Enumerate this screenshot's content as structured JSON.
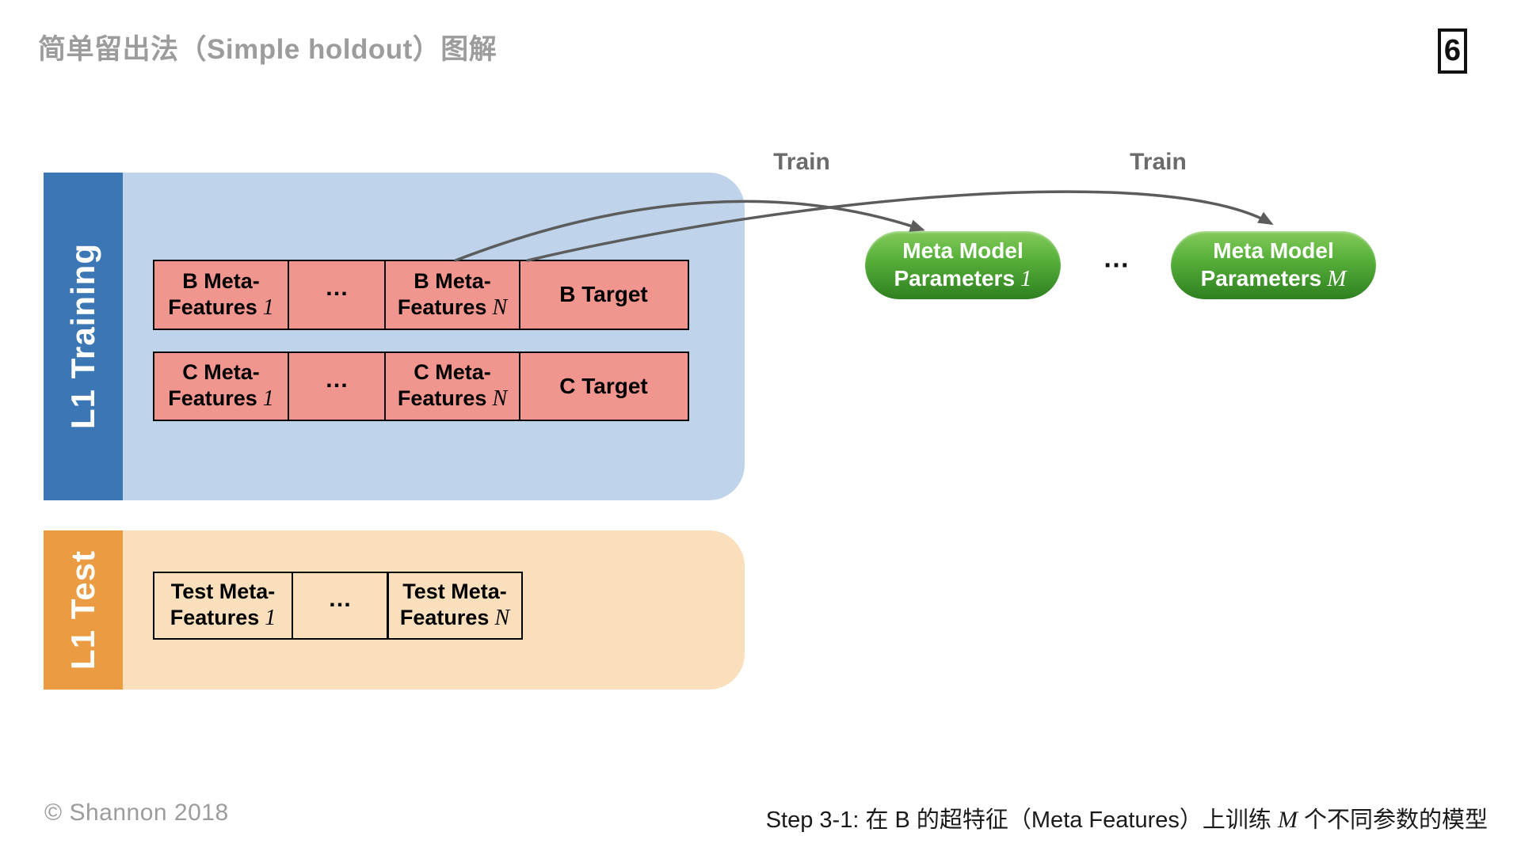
{
  "title": "简单留出法（Simple holdout）图解",
  "page_number": "6",
  "training": {
    "tab_label": "L1 Training",
    "rows": [
      {
        "f1a": "B Meta-",
        "f1b": "Features",
        "f1v": "1",
        "dots": "…",
        "f2a": "B Meta-",
        "f2b": "Features",
        "f2v": "N",
        "target": "B Target"
      },
      {
        "f1a": "C Meta-",
        "f1b": "Features",
        "f1v": "1",
        "dots": "…",
        "f2a": "C Meta-",
        "f2b": "Features",
        "f2v": "N",
        "target": "C Target"
      }
    ]
  },
  "test": {
    "tab_label": "L1 Test",
    "row": {
      "f1a": "Test Meta-",
      "f1b": "Features",
      "f1v": "1",
      "dots": "…",
      "f2a": "Test Meta-",
      "f2b": "Features",
      "f2v": "N"
    }
  },
  "arrows": {
    "label1": "Train",
    "label2": "Train"
  },
  "meta_models": {
    "m1_line1": "Meta Model",
    "m1_line2": "Parameters",
    "m1_var": "1",
    "dots": "…",
    "m2_line1": "Meta Model",
    "m2_line2": "Parameters",
    "m2_var": "M"
  },
  "footer": {
    "left": "© Shannon 2018",
    "right_prefix": "Step 3-1: 在 B 的超特征（Meta Features）上训练 ",
    "right_var": "M",
    "right_suffix": " 个不同参数的模型"
  },
  "colors": {
    "title_gray": "#9c9c9c",
    "tab_blue": "#3b77b5",
    "body_light_blue": "#bfd4ea",
    "cell_salmon": "#f1968e",
    "tab_orange": "#eb9b41",
    "body_light_orange": "#fadfbc",
    "pill_green_top": "#84ca5c",
    "pill_green_bottom": "#2e8020",
    "arrow_gray": "#5c5c5c",
    "train_label_gray": "#6b6b6b",
    "text_black": "#000000"
  }
}
